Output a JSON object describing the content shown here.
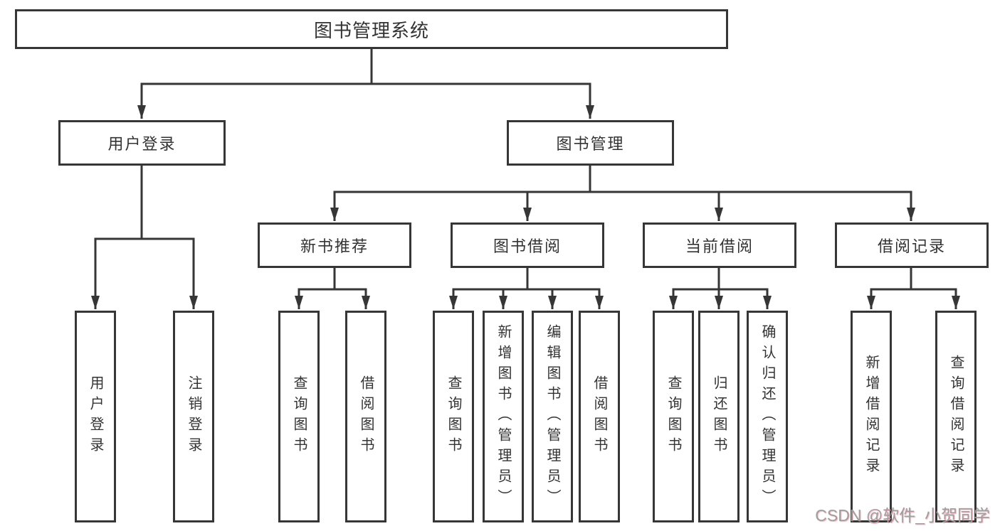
{
  "diagram": {
    "root": {
      "label": "图书管理系统"
    },
    "level2": [
      {
        "label": "用户登录"
      },
      {
        "label": "图书管理"
      }
    ],
    "level3": [
      {
        "label": "新书推荐"
      },
      {
        "label": "图书借阅"
      },
      {
        "label": "当前借阅"
      },
      {
        "label": "借阅记录"
      }
    ],
    "leaves": [
      {
        "label": "用户登录"
      },
      {
        "label": "注销登录"
      },
      {
        "label": "查询图书"
      },
      {
        "label": "借阅图书"
      },
      {
        "label": "查询图书"
      },
      {
        "label": "新增图书（管理员）"
      },
      {
        "label": "编辑图书（管理员）"
      },
      {
        "label": "借阅图书"
      },
      {
        "label": "查询图书"
      },
      {
        "label": "归还图书"
      },
      {
        "label": "确认归还（管理员）"
      },
      {
        "label": "新增借阅记录"
      },
      {
        "label": "查询借阅记录"
      }
    ],
    "watermark": "CSDN @软件_小贺同学",
    "colors": {
      "line": "#363636",
      "text": "#333333",
      "background": "#ffffff",
      "watermark": "#9e9e9e"
    }
  }
}
